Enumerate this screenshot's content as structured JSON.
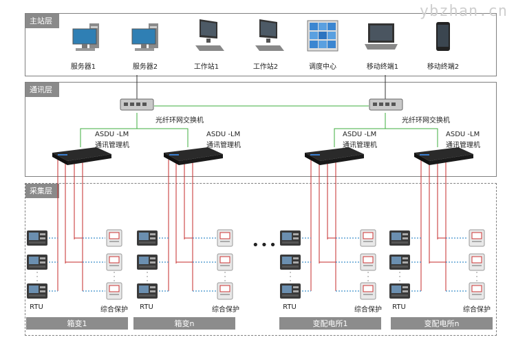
{
  "watermark": "ybzhan.cn",
  "layers": {
    "main_station": "主站层",
    "communication": "通讯层",
    "acquisition": "采集层"
  },
  "main_devices": [
    "服务器1",
    "服务器2",
    "工作站1",
    "工作站2",
    "调度中心",
    "移动终端1",
    "移动终端2"
  ],
  "switch_label": "光纤环网交换机",
  "manager_label_line1": "ASDU -LM",
  "manager_label_line2": "通讯管理机",
  "rtu_label": "RTU",
  "protection_label": "综合保护",
  "ellipsis": "•••",
  "bottom_bars": [
    "箱变1",
    "箱变n",
    "变配电所1",
    "变配电所n"
  ],
  "colors": {
    "wire_red": "#c62a2a",
    "wire_green": "#3cac3c",
    "bar_gray": "#8c8c8c",
    "frame": "#7f7f7f"
  }
}
